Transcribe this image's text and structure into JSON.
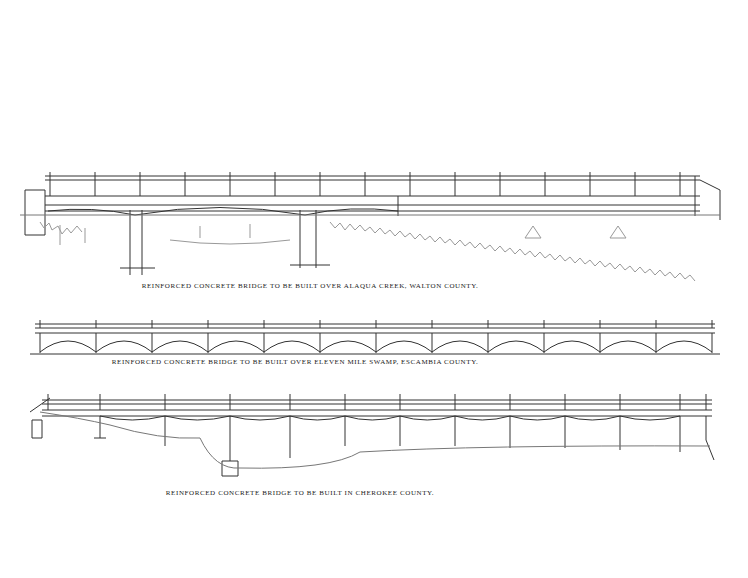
{
  "diagram": {
    "labels": [
      "REINFORCED CONCRETE BRIDGE TO BE BUILT OVER ALAQUA CREEK, WALTON COUNTY.",
      "REINFORCED CONCRETE BRIDGE TO BE BUILT OVER ELEVEN MILE SWAMP, ESCAMBIA COUNTY.",
      "REINFORCED CONCRETE BRIDGE TO BE BUILT IN CHEROKEE COUNTY."
    ]
  }
}
